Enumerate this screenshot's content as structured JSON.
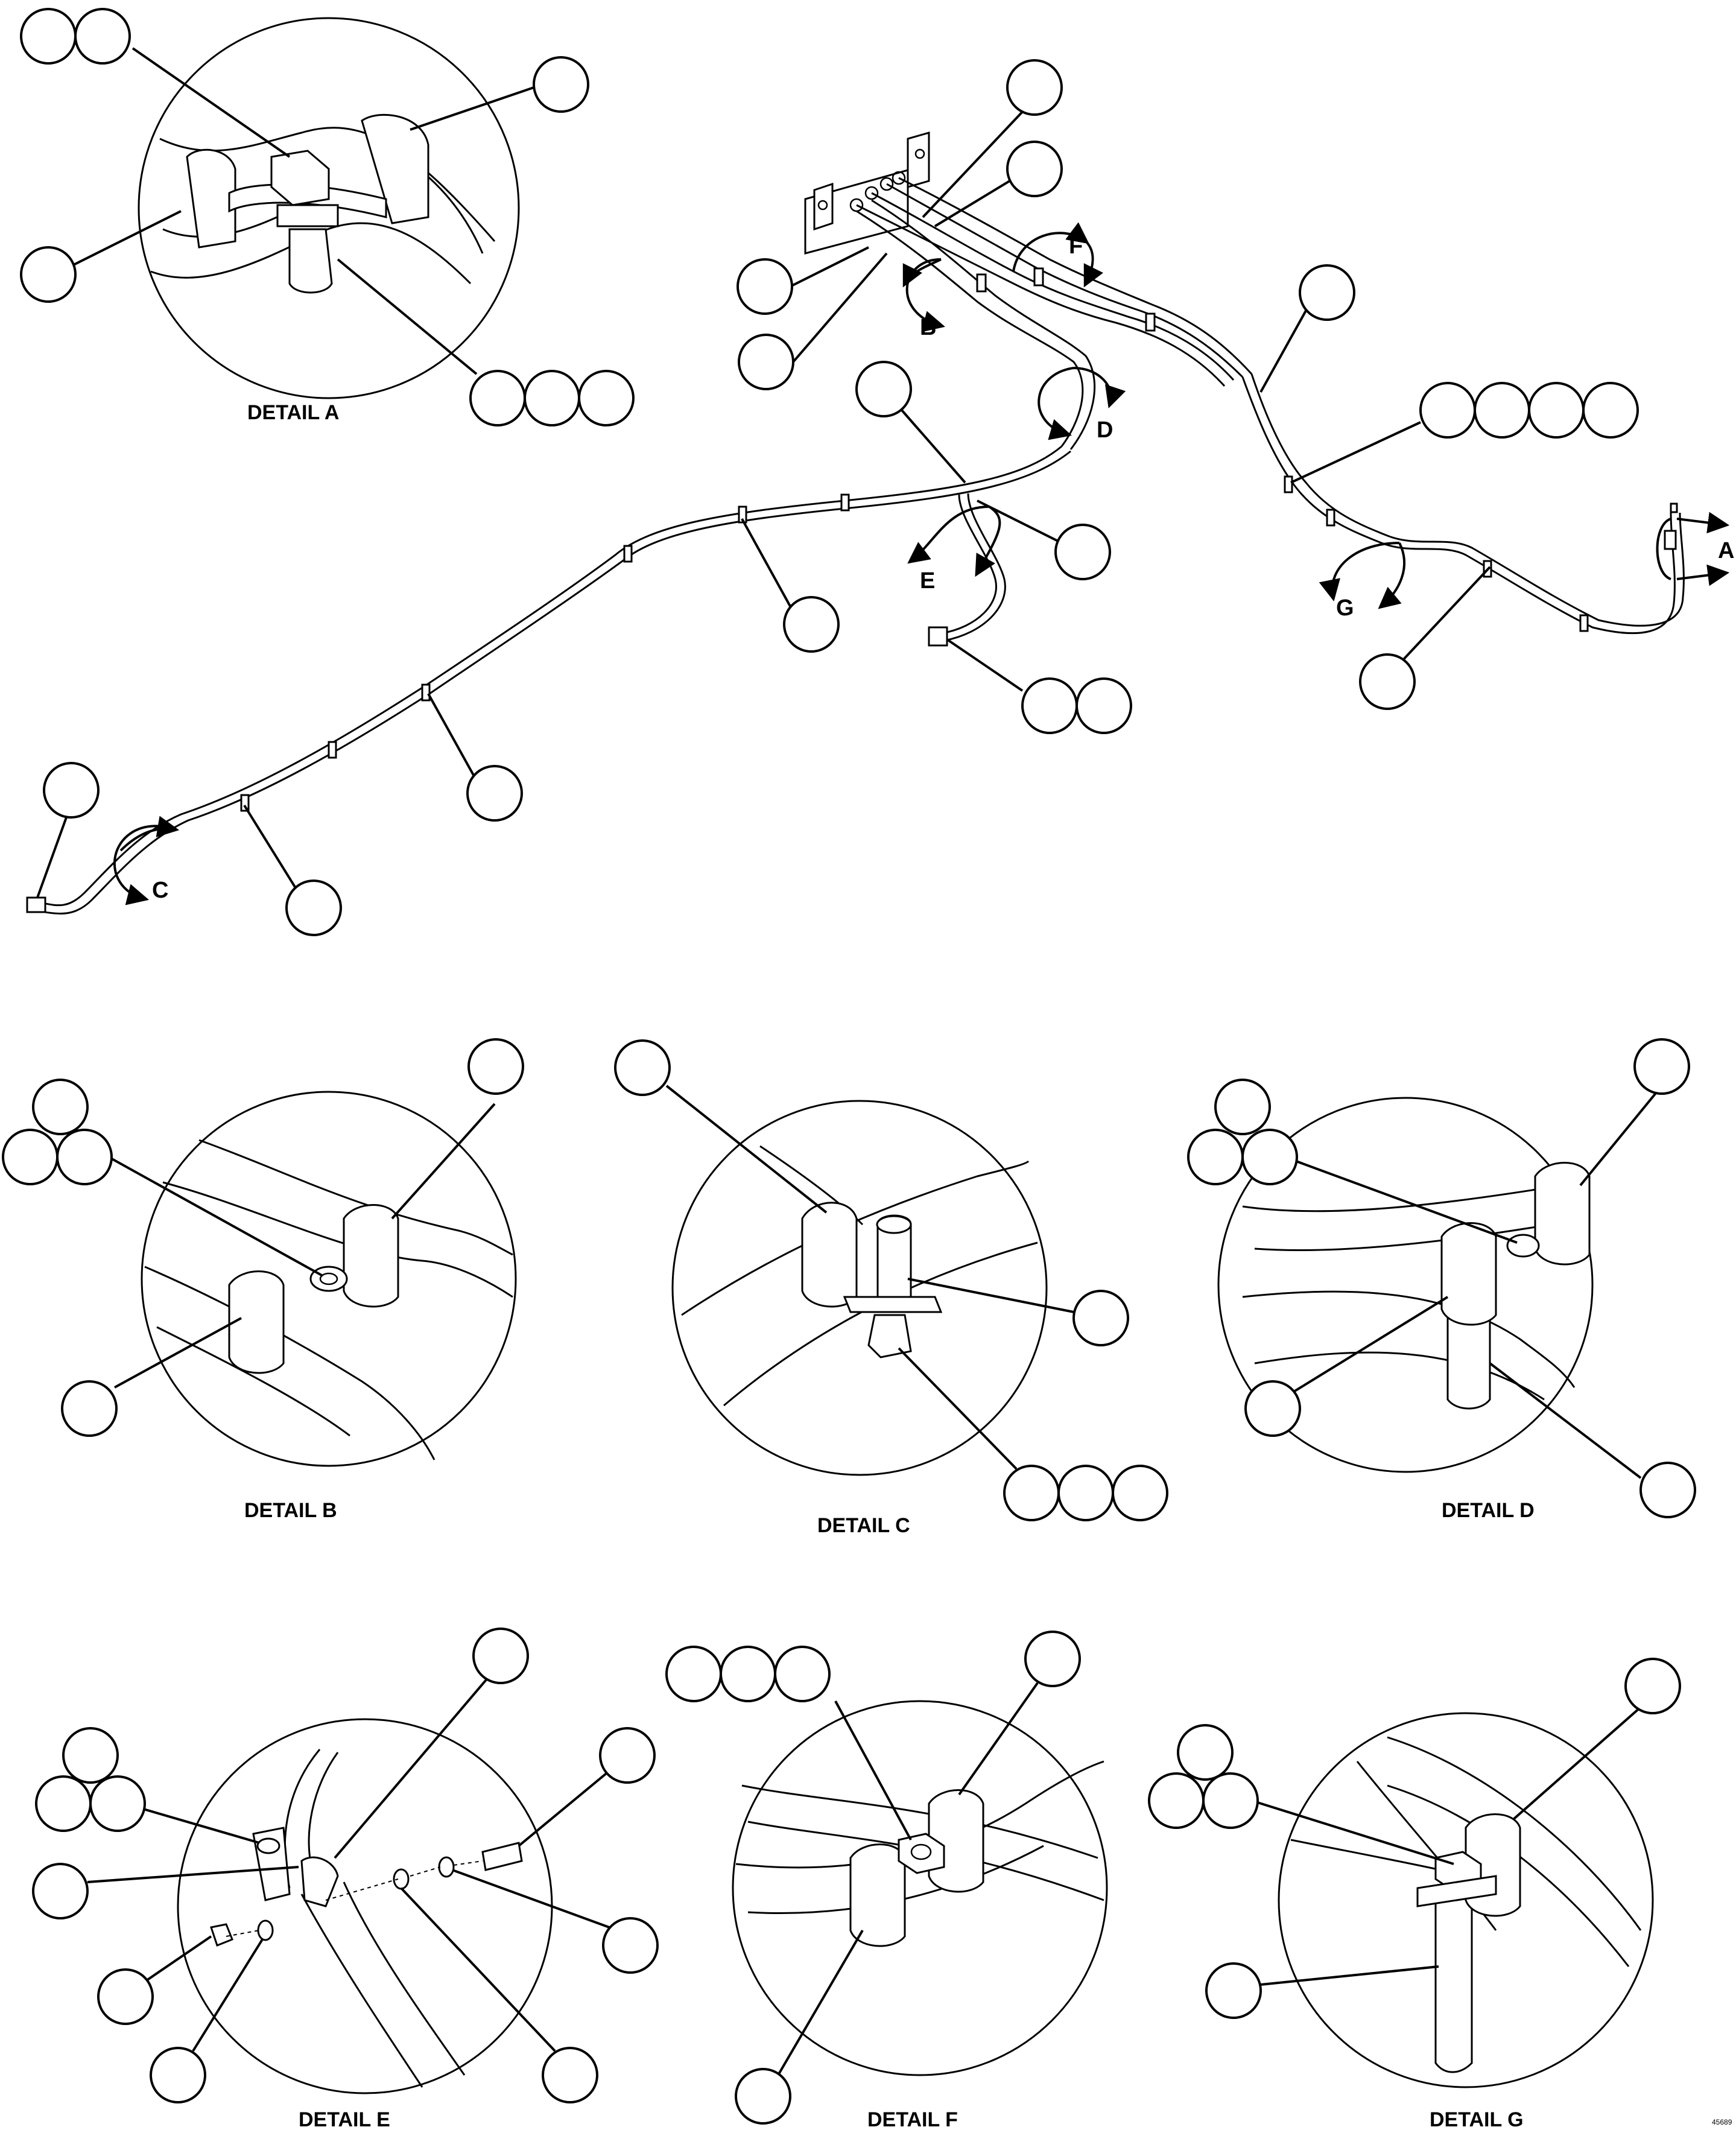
{
  "details": {
    "a": "DETAIL A",
    "b": "DETAIL B",
    "c": "DETAIL C",
    "d": "DETAIL D",
    "e": "DETAIL E",
    "f": "DETAIL F",
    "g": "DETAIL G"
  },
  "view_arrows": {
    "a": "A",
    "b": "B",
    "c": "C",
    "d": "D",
    "e": "E",
    "f": "F",
    "g": "G"
  },
  "reference_number": "45689"
}
